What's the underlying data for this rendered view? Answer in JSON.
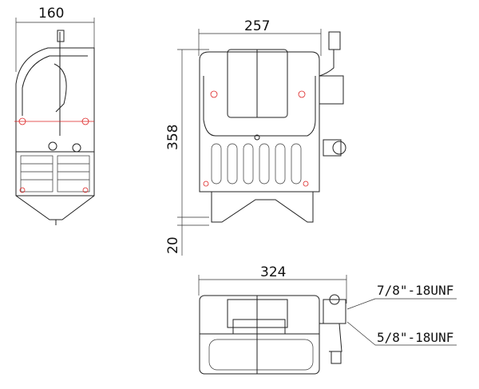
{
  "dimensions": {
    "side_width": "160",
    "front_width": "257",
    "front_height": "358",
    "foot_height": "20",
    "bottom_width": "324"
  },
  "callouts": {
    "upper_fitting": "7/8\"-18UNF",
    "lower_fitting": "5/8\"-18UNF"
  },
  "colors": {
    "line": "#222222",
    "center_marks": "#dd2222"
  }
}
